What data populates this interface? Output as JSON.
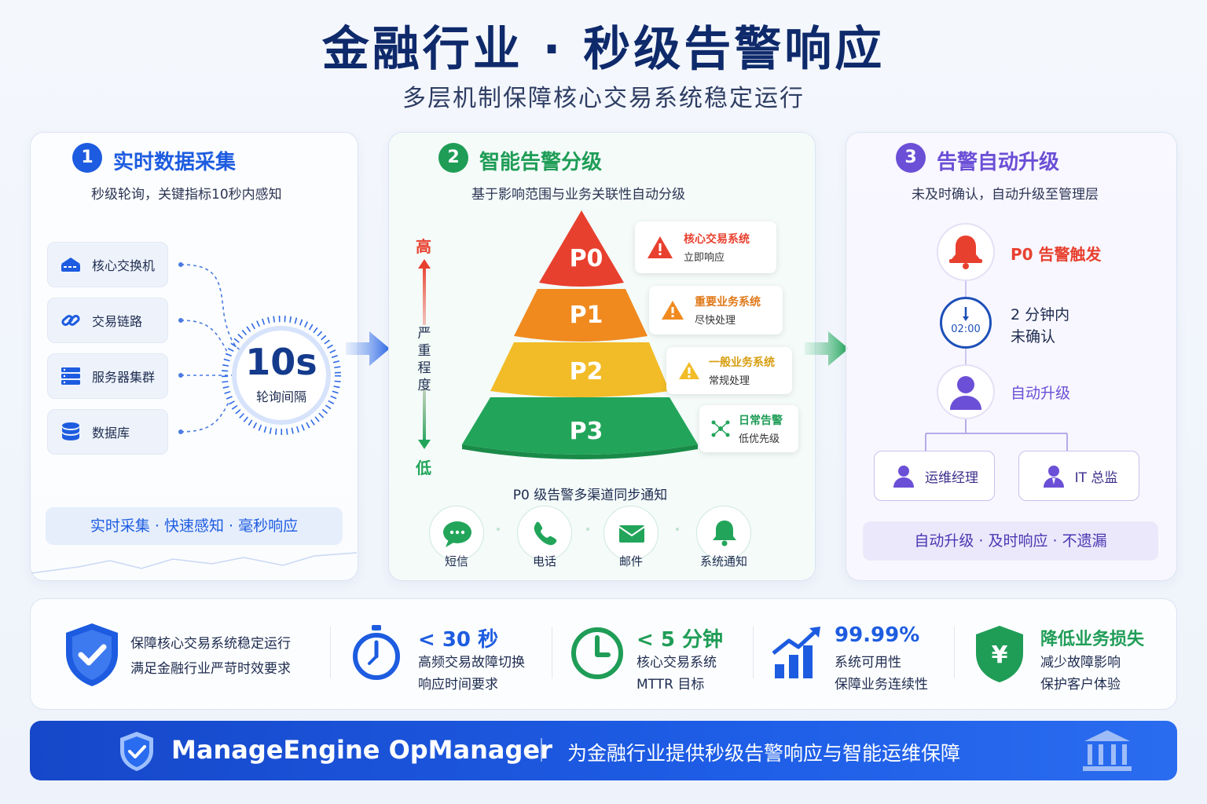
{
  "header": {
    "title": "金融行业 · 秒级告警响应",
    "subtitle": "多层机制保障核心交易系统稳定运行"
  },
  "panel1": {
    "badge": "1",
    "title": "实时数据采集",
    "desc": "秒级轮询，关键指标10秒内感知",
    "sources": [
      {
        "label": "核心交换机",
        "icon": "switch-icon"
      },
      {
        "label": "交易链路",
        "icon": "link-icon"
      },
      {
        "label": "服务器集群",
        "icon": "server-icon"
      },
      {
        "label": "数据库",
        "icon": "database-icon"
      }
    ],
    "gauge_value": "10s",
    "gauge_label": "轮询间隔",
    "tagline": "实时采集 · 快速感知 · 毫秒响应",
    "accent": "#1d5ce0"
  },
  "panel2": {
    "badge": "2",
    "title": "智能告警分级",
    "desc": "基于影响范围与业务关联性自动分级",
    "axis_high": "高",
    "axis_label": "严重程度",
    "axis_low": "低",
    "levels": [
      {
        "name": "P0",
        "title": "核心交易系统",
        "sub": "立即响应",
        "color": "#e8402f"
      },
      {
        "name": "P1",
        "title": "重要业务系统",
        "sub": "尽快处理",
        "color": "#f08a1f"
      },
      {
        "name": "P2",
        "title": "一般业务系统",
        "sub": "常规处理",
        "color": "#f2bc28"
      },
      {
        "name": "P3",
        "title": "日常告警",
        "sub": "低优先级",
        "color": "#22a55a"
      }
    ],
    "notify_title": "P0 级告警多渠道同步通知",
    "channels": [
      {
        "label": "短信",
        "icon": "sms-icon"
      },
      {
        "label": "电话",
        "icon": "phone-icon"
      },
      {
        "label": "邮件",
        "icon": "mail-icon"
      },
      {
        "label": "系统通知",
        "icon": "bell-icon"
      }
    ],
    "accent": "#1f9d57"
  },
  "panel3": {
    "badge": "3",
    "title": "告警自动升级",
    "desc": "未及时确认，自动升级至管理层",
    "trigger": "P0 告警触发",
    "timer_value": "02:00",
    "wait_line1": "2 分钟内",
    "wait_line2": "未确认",
    "escalate": "自动升级",
    "manager1": "运维经理",
    "manager2": "IT 总监",
    "tagline": "自动升级 · 及时响应 · 不遗漏",
    "accent": "#6b4fd6"
  },
  "metrics": [
    {
      "value": "",
      "line1": "保障核心交易系统稳定运行",
      "line2": "满足金融行业严苛时效要求",
      "icon": "shield-check-icon",
      "color": "#1d5ce0"
    },
    {
      "value": "< 30 秒",
      "line1": "高频交易故障切换",
      "line2": "响应时间要求",
      "icon": "stopwatch-icon",
      "color": "#1d5ce0"
    },
    {
      "value": "< 5 分钟",
      "line1": "核心交易系统",
      "line2": "MTTR 目标",
      "icon": "clock-icon",
      "color": "#1f9d57"
    },
    {
      "value": "99.99%",
      "line1": "系统可用性",
      "line2": "保障业务连续性",
      "icon": "bar-growth-icon",
      "color": "#1d5ce0"
    },
    {
      "value": "降低业务损失",
      "line1": "减少故障影响",
      "line2": "保护客户体验",
      "icon": "yuan-shield-icon",
      "color": "#1f9d57"
    }
  ],
  "footer": {
    "brand": "ManageEngine OpManager",
    "slogan": "为金融行业提供秒级告警响应与智能运维保障"
  }
}
